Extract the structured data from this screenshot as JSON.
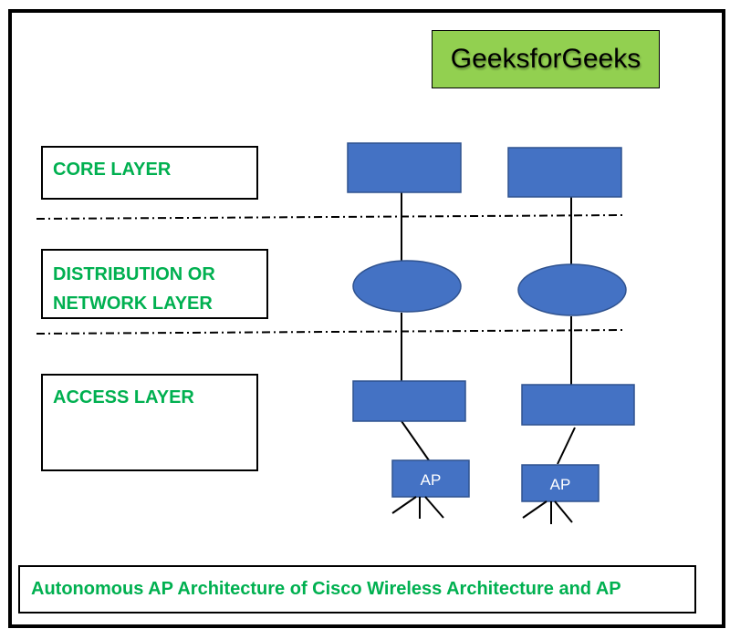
{
  "brand": {
    "label": "GeeksforGeeks",
    "bg_color": "#92d050"
  },
  "layers": [
    {
      "id": "core",
      "label": "CORE LAYER"
    },
    {
      "id": "distribution",
      "label": "DISTRIBUTION OR NETWORK LAYER",
      "lines": [
        "DISTRIBUTION OR",
        "NETWORK LAYER"
      ]
    },
    {
      "id": "access",
      "label": "ACCESS LAYER"
    }
  ],
  "colors": {
    "layer_text": "#00b050",
    "node_fill": "#4472c4",
    "node_stroke": "#2f528f",
    "line": "#000000"
  },
  "nodes": {
    "columns": [
      {
        "core": "core-switch",
        "distribution": "distribution-router",
        "access": "access-switch",
        "ap": {
          "label": "AP"
        }
      },
      {
        "core": "core-switch",
        "distribution": "distribution-router",
        "access": "access-switch",
        "ap": {
          "label": "AP"
        }
      }
    ]
  },
  "caption": "Autonomous AP Architecture of Cisco Wireless Architecture and AP"
}
